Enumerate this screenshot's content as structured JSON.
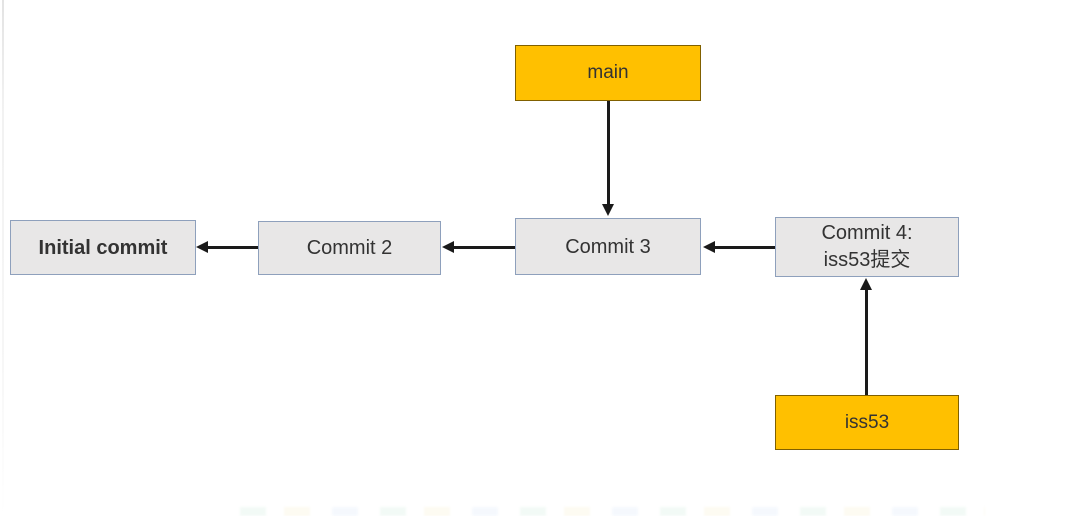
{
  "diagram": {
    "type": "git-branch-diagram",
    "branches": [
      {
        "id": "main",
        "label": "main"
      },
      {
        "id": "iss53",
        "label": "iss53"
      }
    ],
    "commits": [
      {
        "id": "initial",
        "label": "Initial commit",
        "bold": true
      },
      {
        "id": "c2",
        "label": "Commit 2"
      },
      {
        "id": "c3",
        "label": "Commit 3"
      },
      {
        "id": "c4",
        "label": "Commit 4:",
        "label_line2": "iss53提交"
      }
    ],
    "arrows": [
      {
        "from": "main",
        "to": "c3",
        "direction": "down"
      },
      {
        "from": "c2",
        "to": "initial",
        "direction": "left"
      },
      {
        "from": "c3",
        "to": "c2",
        "direction": "left"
      },
      {
        "from": "c4",
        "to": "c3",
        "direction": "left"
      },
      {
        "from": "iss53",
        "to": "c4",
        "direction": "up"
      }
    ],
    "colors": {
      "branch_fill": "#FFC000",
      "branch_border": "#806000",
      "commit_fill": "#E8E7E7",
      "commit_border": "#8EA0BC",
      "arrow": "#1a1a1a",
      "text": "#333333"
    }
  }
}
